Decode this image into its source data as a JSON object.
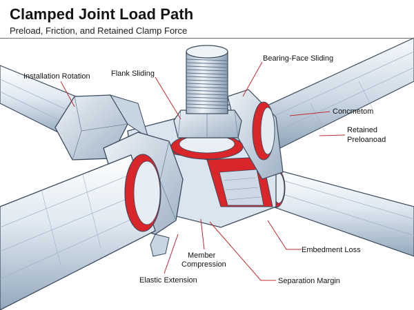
{
  "header": {
    "title": "Clamped Joint Load Path",
    "subtitle": "Preload, Friction, and Retained Clamp Force"
  },
  "labels": {
    "installation_rotation": "Installation Rotation",
    "flank_sliding": "Flank Sliding",
    "bearing_face_sliding": "Bearing-Face Sliding",
    "concmetom": "Concmetom",
    "retained": "Retained",
    "preloanoad": "Preloanoad",
    "embedment_loss": "Embedment Loss",
    "member_compression_1": "Member",
    "member_compression_2": "Compression",
    "elastic_extension": "Elastic Extension",
    "separation_margin": "Separation Margin"
  },
  "colors": {
    "steel_light": "#e9f0f7",
    "steel_mid": "#b9c9d9",
    "steel_dark": "#7f94aa",
    "outline": "#3a4a5c",
    "contact_red": "#d8262b",
    "leader_red": "#c0282d"
  }
}
